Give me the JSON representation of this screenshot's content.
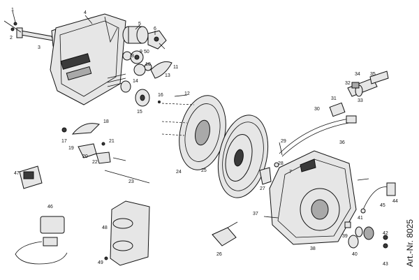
{
  "article_number": "Art.-Nr. 8025",
  "labels": [
    "1",
    "2",
    "3",
    "4",
    "5",
    "6",
    "7",
    "8",
    "9",
    "10",
    "11",
    "12",
    "13",
    "14",
    "15",
    "16",
    "17",
    "18",
    "19",
    "20",
    "21",
    "22",
    "23",
    "24",
    "25",
    "26",
    "27",
    "28",
    "29",
    "30",
    "31",
    "32",
    "33",
    "34",
    "35",
    "36",
    "37",
    "38",
    "39",
    "40",
    "41",
    "42",
    "43",
    "44",
    "45",
    "46",
    "47",
    "48",
    "49",
    "50"
  ],
  "colors": {
    "line": "#111111",
    "fill": "#e6e6e6",
    "dark": "#3a3a3a",
    "mid": "#a9a9a9"
  }
}
